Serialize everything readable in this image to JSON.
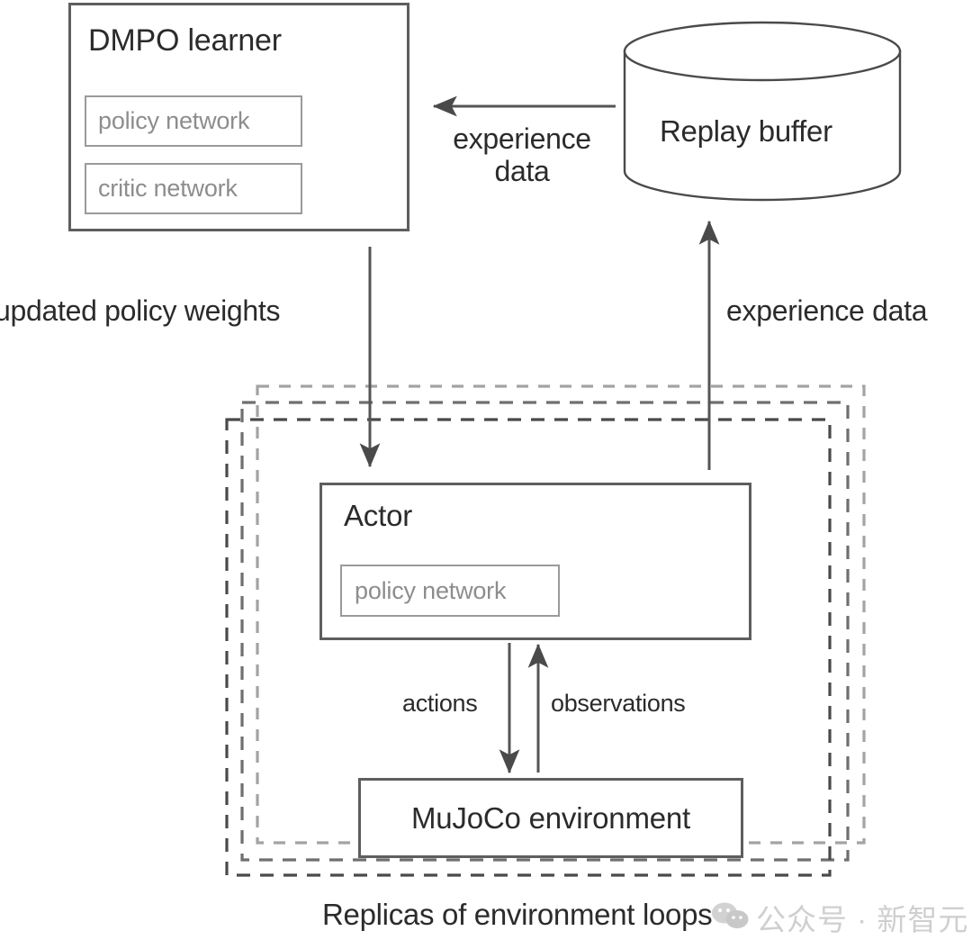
{
  "diagram": {
    "caption": "Replicas of environment loops",
    "learner": {
      "title": "DMPO learner",
      "components": [
        {
          "label": "policy network"
        },
        {
          "label": "critic network"
        }
      ]
    },
    "buffer": {
      "label": "Replay buffer",
      "shape": "cylinder-icon"
    },
    "actor": {
      "title": "Actor",
      "components": [
        {
          "label": "policy network"
        }
      ]
    },
    "environment": {
      "title": "MuJoCo environment"
    },
    "edges": [
      {
        "id": "buffer-to-learner",
        "label_line1": "experience",
        "label_line2": "data",
        "direction": "left"
      },
      {
        "id": "learner-to-actor",
        "label": "updated policy weights",
        "direction": "down"
      },
      {
        "id": "actor-to-buffer",
        "label": "experience data",
        "direction": "up"
      },
      {
        "id": "actor-to-env",
        "label": "actions",
        "direction": "down"
      },
      {
        "id": "env-to-actor",
        "label": "observations",
        "direction": "up"
      }
    ],
    "watermark": {
      "text": "公众号 · 新智元",
      "icon": "wechat-icon"
    },
    "colors": {
      "stroke_dark": "#5e5e5e",
      "stroke_light": "#9a9a9a",
      "text": "#2b2b2b",
      "muted_text": "#8d8d8d",
      "arrow": "#555555",
      "dashed_back": "#9a9a9a",
      "dashed_front": "#444444",
      "background": "#ffffff"
    }
  }
}
